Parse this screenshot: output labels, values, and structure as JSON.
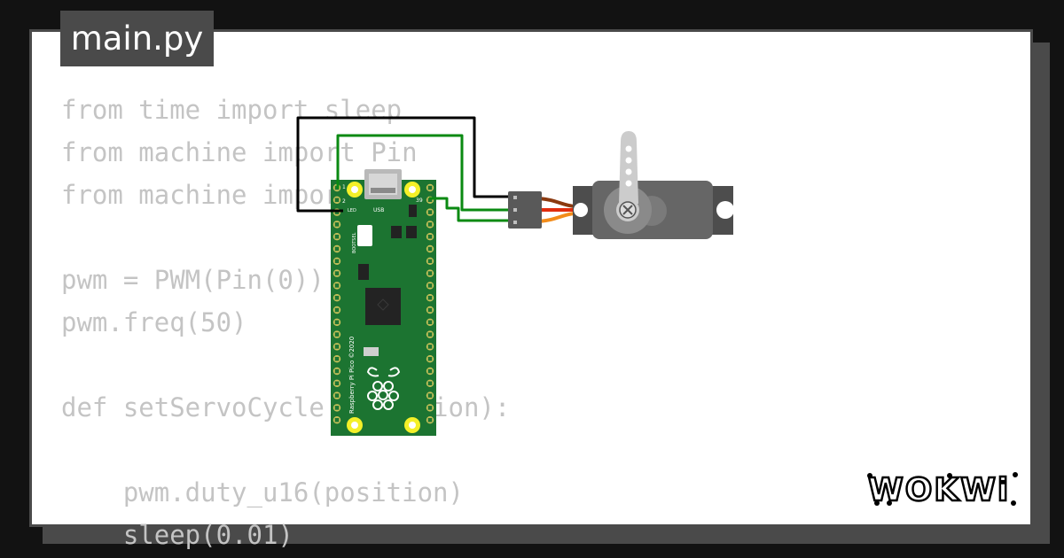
{
  "file_tab": {
    "label": "main.py"
  },
  "code": {
    "lines": [
      "from time import sleep",
      "from machine import Pin",
      "from machine import PWM",
      "",
      "pwm = PWM(Pin(0))",
      "pwm.freq(50)",
      "",
      "def setServoCycle (position):",
      "",
      "    pwm.duty_u16(position)",
      "    sleep(0.01)"
    ]
  },
  "board": {
    "name": "Raspberry Pi Pico ©2020",
    "usb_label": "USB",
    "led_label": "LED",
    "bootsel_label": "BOOTSEL",
    "pin_label_1": "1",
    "pin_label_2": "2",
    "pin_label_39": "39"
  },
  "colors": {
    "board_green": "#1c7431",
    "wire_black": "#000000",
    "wire_green": "#0a8a12",
    "servo_body": "#666666",
    "servo_wire_brown": "#8b3a10",
    "servo_wire_red": "#e02d0e",
    "servo_wire_orange": "#f28c1b",
    "tab_bg": "#4a4a4a",
    "code_text": "#c4c4c4"
  },
  "logo": {
    "text": "WOKWi"
  }
}
